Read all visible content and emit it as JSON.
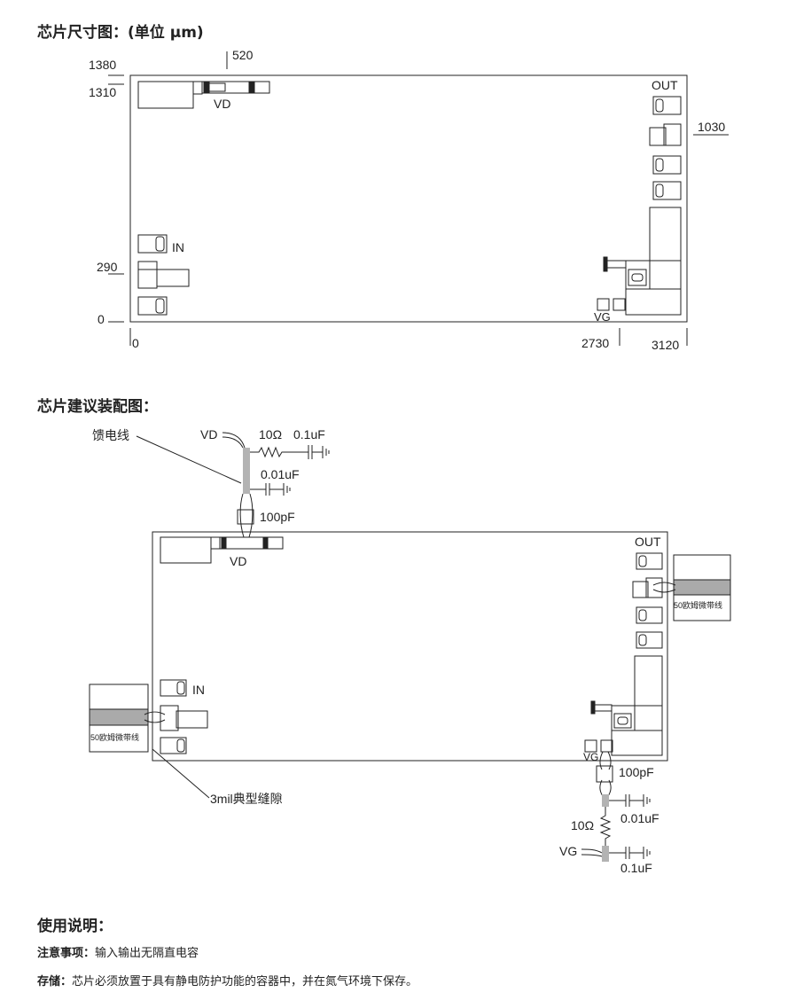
{
  "headings": {
    "dimensions": "芯片尺寸图：(单位 μm)",
    "assembly": "芯片建议装配图：",
    "usage": "使用说明："
  },
  "chip_dims": {
    "labels": {
      "y_1380": "1380",
      "y_1310": "1310",
      "y_1030": "1030",
      "y_290": "290",
      "y_0": "0",
      "x_0": "0",
      "x_520": "520",
      "x_2730": "2730",
      "x_3120": "3120"
    },
    "pads": {
      "vd": "VD",
      "out": "OUT",
      "in": "IN",
      "vg": "VG"
    }
  },
  "assembly": {
    "feed_line": "馈电线",
    "gap": "3mil典型缝隙",
    "vd_label": "VD",
    "vg_label": "VG",
    "r_top": "10Ω",
    "r_bottom": "10Ω",
    "c_top_1": "0.1uF",
    "c_top_2": "0.01uF",
    "c_top_3": "100pF",
    "c_bot_1": "100pF",
    "c_bot_2": "0.01uF",
    "c_bot_3": "0.1uF",
    "chip_vd": "VD",
    "chip_out": "OUT",
    "chip_in": "IN",
    "chip_vg": "VG",
    "microstrip_left": "50欧姆微带线",
    "microstrip_right": "50欧姆微带线"
  },
  "usage": {
    "note_label": "注意事项：",
    "note_text": "输入输出无隔直电容",
    "storage_label": "存储：",
    "storage_text": "芯片必须放置于具有静电防护功能的容器中，并在氮气环境下保存。"
  },
  "colors": {
    "line": "#222222",
    "feed": "#b3b3b3",
    "microstrip": "#aaaaaa"
  }
}
